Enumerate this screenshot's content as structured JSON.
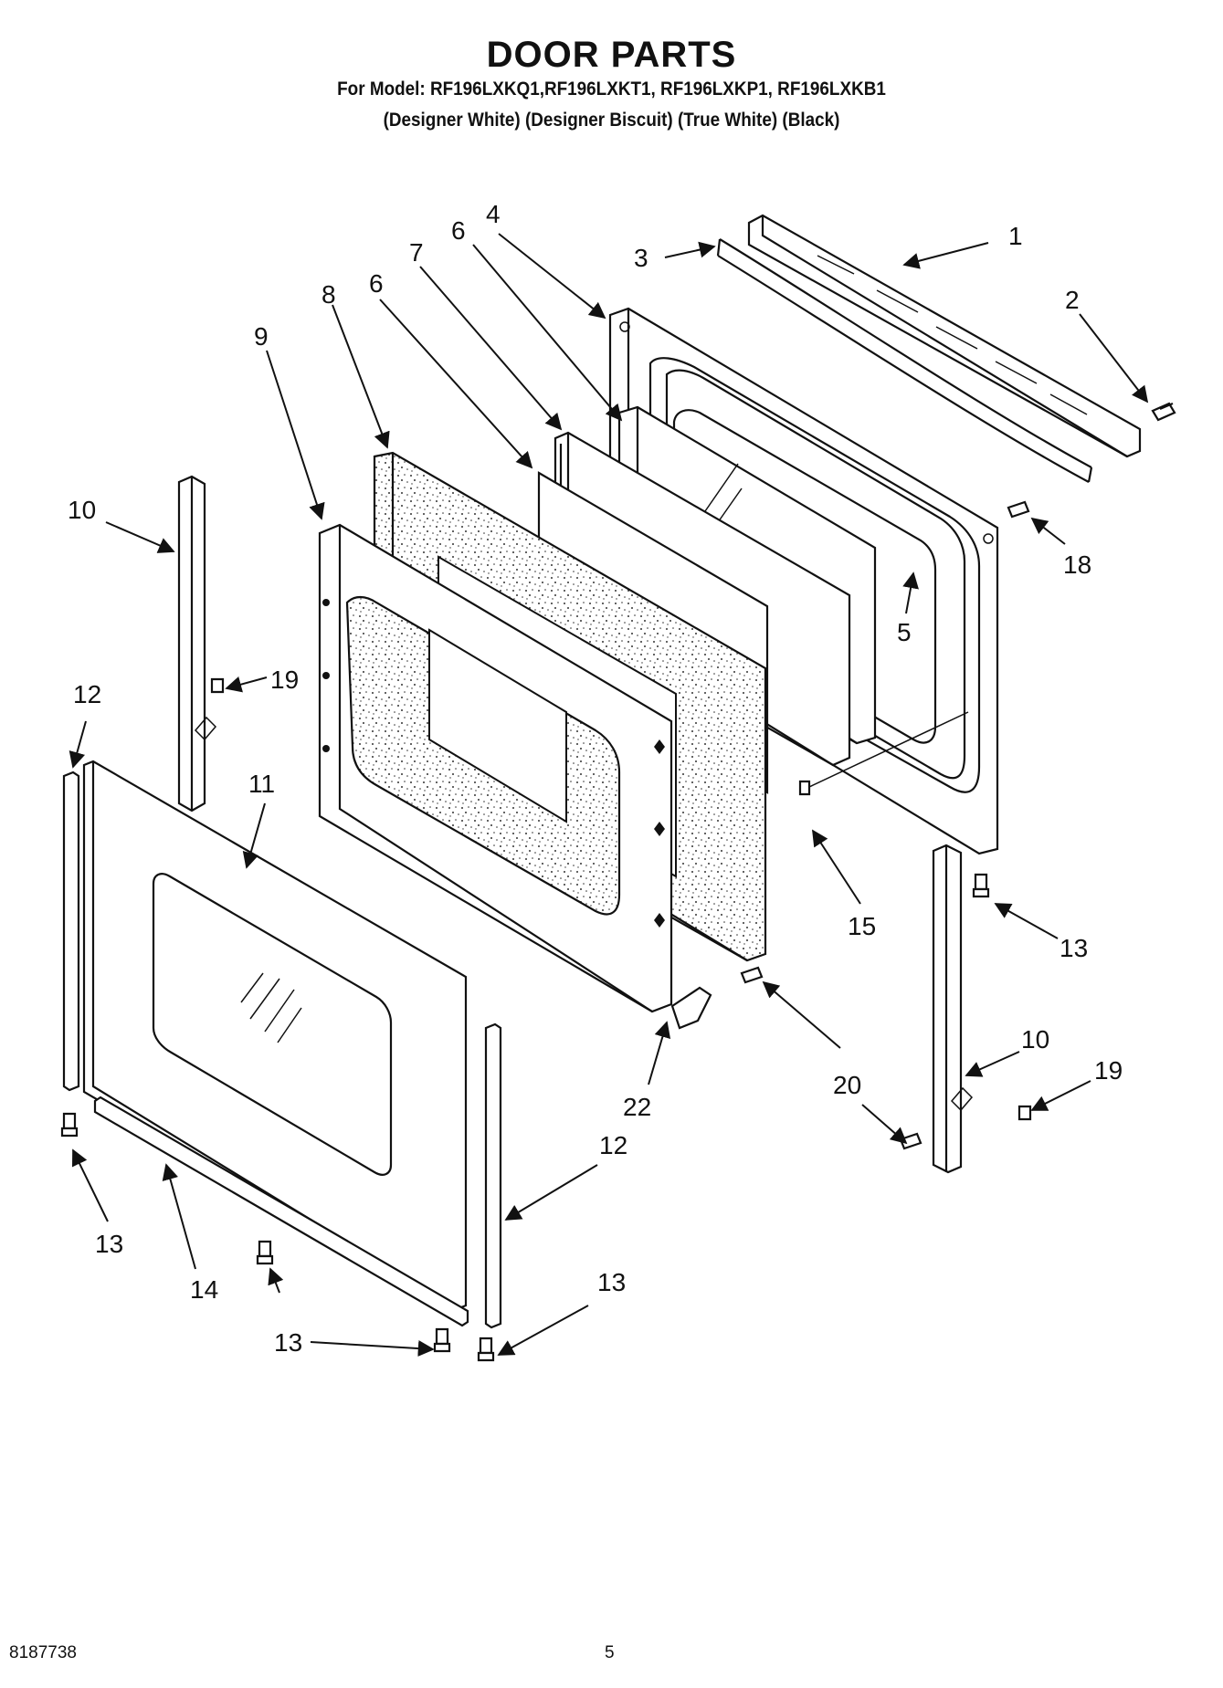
{
  "header": {
    "title": "DOOR PARTS",
    "models_line": "For Model: RF196LXKQ1,RF196LXKT1, RF196LXKP1, RF196LXKB1",
    "colors_line": "(Designer White) (Designer Biscuit) (True White) (Black)"
  },
  "callouts": {
    "c1": "1",
    "c2": "2",
    "c3": "3",
    "c4": "4",
    "c5": "5",
    "c6a": "6",
    "c6b": "6",
    "c7": "7",
    "c8": "8",
    "c9": "9",
    "c10a": "10",
    "c10b": "10",
    "c11": "11",
    "c12a": "12",
    "c12b": "12",
    "c13a": "13",
    "c13b": "13",
    "c13c": "13",
    "c13d": "13",
    "c14": "14",
    "c15": "15",
    "c18": "18",
    "c19a": "19",
    "c19b": "19",
    "c20": "20",
    "c22": "22"
  },
  "footer": {
    "doc_number": "8187738",
    "page_number": "5"
  }
}
